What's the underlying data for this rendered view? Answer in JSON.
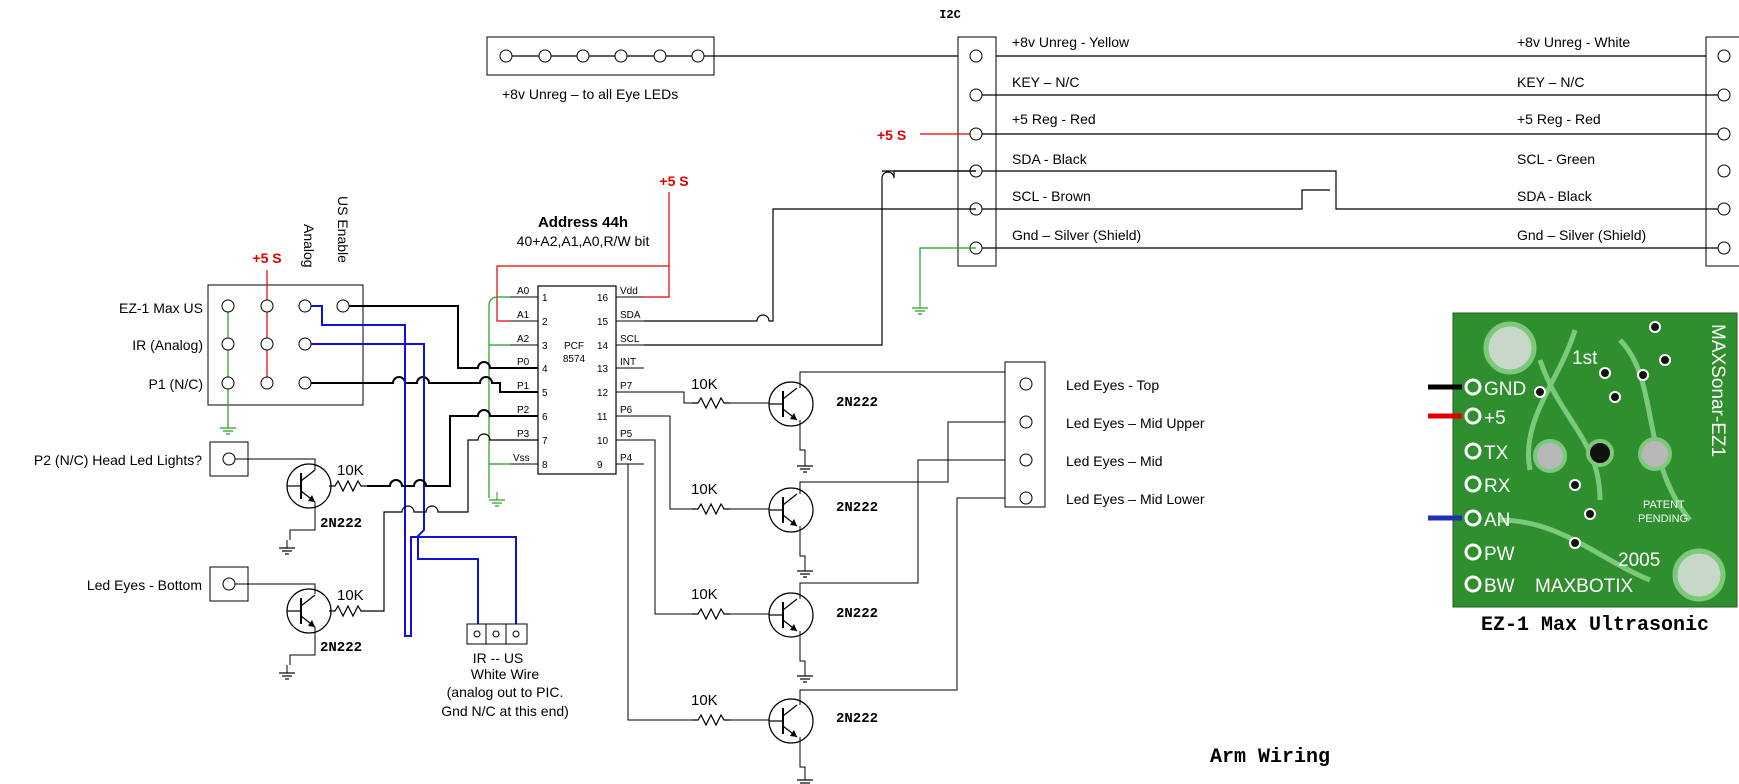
{
  "diagram": {
    "arm_wiring_title": "Arm Wiring",
    "i2c": {
      "title": "I2C",
      "plus5_label": "+5 S",
      "left_wires": [
        "+8v Unreg - Yellow",
        "KEY – N/C",
        "+5 Reg - Red",
        "SDA - Black",
        "SCL - Brown",
        "Gnd – Silver (Shield)"
      ],
      "right_wires": [
        "+8v Unreg - White",
        "KEY – N/C",
        "+5 Reg - Red",
        "SCL - Green",
        "SDA - Black",
        "Gnd – Silver (Shield)"
      ]
    },
    "eye_led_strip_label": "+8v Unreg – to all Eye LEDs",
    "pcf": {
      "address_title": "Address 44h",
      "address_formula": "40+A2,A1,A0,R/W bit",
      "chip_name_line1": "PCF",
      "chip_name_line2": "8574",
      "plus5_label": "+5 S",
      "left_pins": [
        {
          "name": "A0",
          "num": "1"
        },
        {
          "name": "A1",
          "num": "2"
        },
        {
          "name": "A2",
          "num": "3"
        },
        {
          "name": "P0",
          "num": "4"
        },
        {
          "name": "P1",
          "num": "5"
        },
        {
          "name": "P2",
          "num": "6"
        },
        {
          "name": "P3",
          "num": "7"
        },
        {
          "name": "Vss",
          "num": "8"
        }
      ],
      "right_pins": [
        {
          "name": "Vdd",
          "num": "16"
        },
        {
          "name": "SDA",
          "num": "15"
        },
        {
          "name": "SCL",
          "num": "14"
        },
        {
          "name": "INT",
          "num": "13"
        },
        {
          "name": "P7",
          "num": "12"
        },
        {
          "name": "P6",
          "num": "11"
        },
        {
          "name": "P5",
          "num": "10"
        },
        {
          "name": "P4",
          "num": "9"
        }
      ]
    },
    "sensor_block": {
      "col_analog": "Analog",
      "col_us_enable": "US Enable",
      "plus5_label": "+5 S",
      "rows": [
        "EZ-1 Max US",
        "IR (Analog)",
        "P1 (N/C)"
      ]
    },
    "p2_label": "P2 (N/C) Head Led Lights?",
    "bottom_led_label": "Led Eyes - Bottom",
    "resistor_label": "10K",
    "transistor_label": "2N222",
    "eye_connector_labels": [
      "Led Eyes - Top",
      "Led Eyes – Mid Upper",
      "Led Eyes – Mid",
      "Led Eyes – Mid Lower"
    ],
    "pic_connector": {
      "line1": "IR  -- US",
      "line2": "White Wire",
      "line3": "(analog out to PIC.",
      "line4": "Gnd N/C at this end)"
    },
    "sonar_board": {
      "caption": "EZ-1 Max Ultrasonic",
      "pins": [
        "GND",
        "+5",
        "TX",
        "RX",
        "AN",
        "PW",
        "BW"
      ],
      "vertical_text": "MAXSonar-EZ1",
      "patent": "PATENT",
      "pending": "PENDING",
      "year": "2005",
      "brand": "MAXBOTIX",
      "first_mark": "1st"
    },
    "colors": {
      "power_red": "#e00000",
      "analog_blue": "#1010e0",
      "ground_green": "#1e9e1e",
      "pcb_green": "#2f8f2f",
      "pcb_trace": "#7cc97c"
    }
  }
}
